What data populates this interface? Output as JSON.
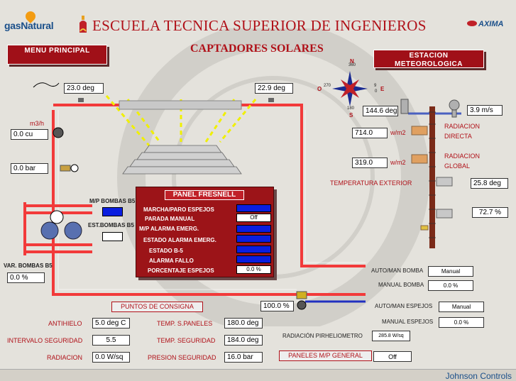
{
  "header": {
    "left_logo": "gasNatural",
    "title": "ESCUELA TECNICA SUPERIOR DE INGENIEROS",
    "subtitle": "CAPTADORES SOLARES",
    "right_logo": "AXIMA",
    "menu_button": "MENU PRINCIPAL",
    "station_button": "ESTACION METEOROLOGICA"
  },
  "readings": {
    "temp_left": "23.0 deg",
    "temp_right": "22.9 deg",
    "flow_unit": "m3/h",
    "flow_value": "0.0 cu",
    "pressure_value": "0.0 bar",
    "pump_label": "M/P BOMBAS B5",
    "pump_state_label": "EST.BOMBAS B5",
    "var_pumps_label": "VAR. BOMBAS B5",
    "var_pumps_value": "0.0 %",
    "valve_value": "100.0 %"
  },
  "weather": {
    "compass": {
      "n": "N",
      "s": "S",
      "e": "E",
      "o": "O",
      "deg_0": "0",
      "deg_90": "9",
      "deg_180": "180",
      "deg_270": "270",
      "deg_360": "360"
    },
    "wind_dir": "144.6 deg",
    "wind_speed": "3.9 m/s",
    "rad_direct_value": "714.0",
    "rad_direct_unit": "w/m2",
    "rad_direct_label": "RADIACION DIRECTA",
    "rad_global_value": "319.0",
    "rad_global_unit": "w/m2",
    "rad_global_label": "RADIACION GLOBAL",
    "temp_ext_label": "TEMPERATURA EXTERIOR",
    "temp_ext_value": "25.8 deg",
    "humidity_value": "72.7 %"
  },
  "panel": {
    "title": "PANEL FRESNELL",
    "rows": [
      {
        "label": "MARCHA/PARO ESPEJOS",
        "value": ""
      },
      {
        "label": "PARADA MANUAL",
        "value": "Off"
      },
      {
        "label": "M/P ALARMA EMERG.",
        "value": ""
      },
      {
        "label": "ESTADO ALARMA EMERG.",
        "value": ""
      },
      {
        "label": "ESTADO B-5",
        "value": ""
      },
      {
        "label": "ALARMA FALLO",
        "value": ""
      },
      {
        "label": "PORCENTAJE ESPEJOS",
        "value": "0.0 %"
      }
    ]
  },
  "modes": {
    "auto_pump_label": "AUTO/MAN BOMBA",
    "auto_pump_value": "Manual",
    "manual_pump_label": "MANUAL BOMBA",
    "manual_pump_value": "0.0 %",
    "auto_mirror_label": "AUTO/MAN ESPEJOS",
    "auto_mirror_value": "Manual",
    "manual_mirror_label": "MANUAL ESPEJOS",
    "manual_mirror_value": "0.0 %",
    "pyrhelio_label": "RADIACIÓN PIRHELIOMETRO",
    "pyrhelio_value": "285.8 W/sq",
    "general_button": "PANELES M/P GENERAL",
    "general_value": "Off"
  },
  "setpoints": {
    "button": "PUNTOS DE CONSIGNA",
    "items": [
      {
        "label": "ANTIHIELO",
        "value": "5.0 deg C"
      },
      {
        "label": "INTERVALO SEGURIDAD",
        "value": "5.5"
      },
      {
        "label": "RADIACION",
        "value": "0.0 W/sq"
      },
      {
        "label": "TEMP. S.PANELES",
        "value": "180.0 deg"
      },
      {
        "label": "TEMP. SEGURIDAD",
        "value": "184.0 deg"
      },
      {
        "label": "PRESION SEGURIDAD",
        "value": "16.0 bar"
      }
    ]
  },
  "footer": {
    "brand": "Johnson Controls"
  },
  "colors": {
    "accent": "#b01018",
    "pipe": "#f23a3a",
    "blue_indicator": "#0a1ee0"
  }
}
